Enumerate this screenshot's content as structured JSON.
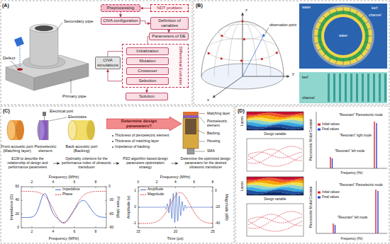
{
  "diagram": {
    "nodes": [
      {
        "text": [
          "Preprocessing"
        ]
      },
      {
        "text": [
          "NDT problem"
        ]
      },
      {
        "text": [
          "CIVA configuration"
        ]
      },
      {
        "text": [
          "Definition of variables"
        ]
      },
      {
        "text": [
          "Parameters of DE"
        ]
      },
      {
        "text": [
          "CIVA simulations"
        ]
      },
      {
        "text": [
          "Differential Evolution"
        ]
      },
      {
        "text": [
          "Initialization"
        ],
        "in": 6
      },
      {
        "text": [
          "Mutation"
        ],
        "in": 6
      },
      {
        "text": [
          "Crossover"
        ],
        "in": 6
      },
      {
        "text": [
          "Selection"
        ],
        "in": 6
      },
      {
        "text": [
          "Solution"
        ]
      },
      {
        "text": [
          "Determine design parameters?"
        ]
      }
    ],
    "edges": [
      {
        "from": 1,
        "to": 0,
        "arrow": "to"
      },
      {
        "from": 0,
        "to": 2,
        "arrow": "to"
      },
      {
        "from": 2,
        "to": 3,
        "arrow": "to"
      },
      {
        "from": 3,
        "to": 4,
        "arrow": "to"
      },
      {
        "from": 4,
        "to": 7,
        "arrow": "to"
      },
      {
        "from": 7,
        "to": 8,
        "arrow": "to"
      },
      {
        "from": 8,
        "to": 9,
        "arrow": "to"
      },
      {
        "from": 9,
        "to": 10,
        "arrow": "to"
      },
      {
        "from": 10,
        "to": 11,
        "arrow": "to"
      },
      {
        "from": 10,
        "to": 5,
        "arrow": "to"
      },
      {
        "from": 5,
        "to": 7,
        "arrow": "to"
      }
    ],
    "labels": [
      "(A)",
      "Secondary pipe",
      "Primary pipe",
      "Defect",
      "(B)",
      "z",
      "x",
      "y",
      "observation point",
      "water",
      "kerf",
      "channel",
      "water",
      "kerf",
      "channel",
      "(C)",
      "Electrical port",
      "Electrodes",
      "Front acoustic port (Matching layer)",
      "Piezoelectric element",
      "Back acoustic port (Backing)",
      "Thickness of piezoelectric element",
      "Thickness of matching layer",
      "Impedance of backing",
      "Matching layer",
      "Piezoelectric element",
      "Backing",
      "Housing",
      "SMA",
      "ECM to describe the relationship of design and performance parameters",
      "Optimality criterions for the performance index of ultrasonic transducer",
      "PSO algorithm based design parameters optimization strategy",
      "Determine the optimized design parameters for the desired ultrasonic transducer",
      "Frequency (MHz)",
      "2",
      "4",
      "6",
      "8",
      "2",
      "4",
      "6",
      "8",
      "Frequency (MHz)",
      "0",
      "20",
      "40",
      "60",
      "Impedance (Ω)",
      "0",
      "-30",
      "-60",
      "-90",
      "Phase (deg)",
      "Frequency (MHz)",
      "0",
      "2",
      "4",
      "6",
      "8",
      "15",
      "20",
      "25",
      "Time (μs)",
      "1",
      "0",
      "-1",
      "Amplitude (v)",
      "0",
      "-20",
      "-40",
      "Magnitude (dB)",
      "(D)",
      "Design variable",
      "Layers",
      "Design variable",
      "Layers",
      "Piezoelectric Modal Constant",
      "Frequency (Hz)",
      "\"Resonant\" Piezoelectric mode",
      "\"Resonant\" right mode",
      "\"Resonant\" left mode",
      "Piezoelectric Modal Constant",
      "Frequency (Hz)",
      "\"Resonant\" Piezoelectric mode",
      "\"Resonant\" left mode"
    ],
    "legend": [
      {
        "text": "Impedance"
      },
      {
        "text": "Phase"
      },
      {
        "text": "Amplitude"
      },
      {
        "text": "Magnitude"
      },
      {
        "text": "Initial values",
        "color": "#e0202a"
      },
      {
        "text": "Final values",
        "color": "#2a3fd8"
      },
      {
        "text": "Initial values",
        "color": "#e0202a"
      },
      {
        "text": "Final values",
        "color": "#2a3fd8"
      }
    ]
  }
}
